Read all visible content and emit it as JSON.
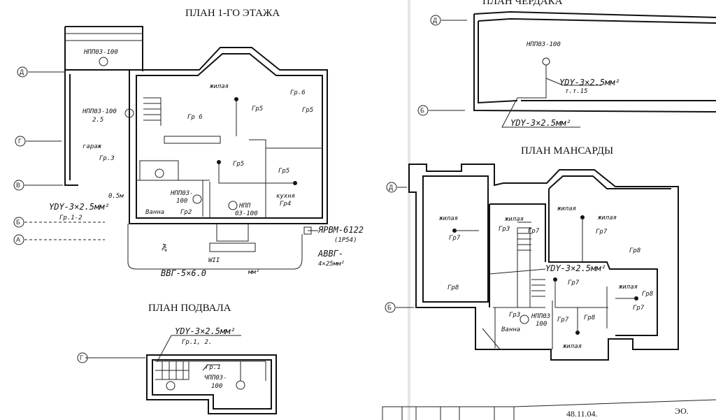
{
  "titles": {
    "floor1": "ПЛАН 1-ГО ЭТАЖА",
    "attic": "ПЛАН ЧЕРДАКА",
    "mansard": "ПЛАН МАНСАРДЫ",
    "basement": "ПЛАН ПОДВАЛА"
  },
  "floor1": {
    "axes": [
      "Д",
      "Г",
      "В",
      "Б",
      "А"
    ],
    "lamp_garage_top": "НПП03-100",
    "lamp_garage": "НПП03-100",
    "lamp_garage_sub": "2.5",
    "garage": "гараж",
    "gr3": "Гр.3",
    "living": "жилая",
    "gr6a": "Гр.6",
    "gr5a": "Гр5",
    "gr5b": "Гр5",
    "gr6b": "Гр 6",
    "gr5c": "Гр5",
    "gr5d": "Гр5",
    "lamp_bath": "НПП03-",
    "lamp_bath_sub": "100",
    "lamp_hall": "НПП",
    "lamp_hall_sub": "03-100",
    "kitchen": "кухня",
    "gr4": "Гр4",
    "bath": "Ванна",
    "gr2": "Гр2",
    "dist": "0.5м",
    "cable1": "YDY-3×2.5мм²",
    "cable1_sub": "Гр.1-2",
    "depth": "2м",
    "wii": "WII",
    "main_cable": "ВВГ-5×6.0",
    "main_cable_unit": "мм²",
    "box": "ЯРВМ-6122",
    "box_sub": "(1Р54)",
    "feed": "АВВГ-",
    "feed_sub": "4×25мм²"
  },
  "attic": {
    "axes": [
      "Д",
      "Б"
    ],
    "lamp": "НПП03-100",
    "cable": "YDY-3×2.5мм²",
    "cable_sub": "т.т.15",
    "cable2": "YDY-3×2.5мм²"
  },
  "mansard": {
    "axes": [
      "Д",
      "Б"
    ],
    "living1": "жилая",
    "living2": "жилая",
    "living3": "жилая",
    "living4": "жилая",
    "living5": "жилая",
    "living6": "жилая",
    "gr7a": "Гр7",
    "gr3a": "Гр3",
    "gr7b": "Гр7",
    "gr7c": "Гр7",
    "gr8a": "Гр8",
    "cable": "YDY-3×2.5мм²",
    "gr7d": "Гр7",
    "gr8b": "Гр8",
    "gr8c": "Гр8",
    "gr7e": "Гр7",
    "gr3b": "Гр3",
    "lamp": "НПП03",
    "lamp_sub": "100",
    "bath": "Ванна",
    "gr7f": "Гр7",
    "gr8d": "Гр8"
  },
  "basement": {
    "axis": "Г",
    "cable": "YDY-3×2.5мм²",
    "cable_sub": "Гр.1, 2.",
    "gr1": "Гр.1",
    "lamp": "ЧПП03-",
    "lamp_sub": "100"
  },
  "stamp": {
    "date": "48.11.04.",
    "code": "ЭО."
  }
}
